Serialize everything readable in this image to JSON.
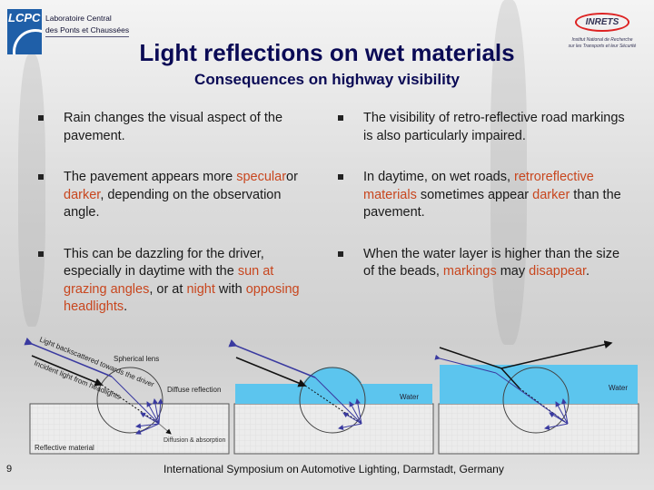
{
  "header": {
    "left_logo": {
      "mark": "LCPC",
      "name_line1": "Laboratoire Central",
      "name_line2": "des Ponts et Chaussées"
    },
    "right_logo": {
      "mark": "INRETS",
      "subtitle_line1": "Institut National de Recherche",
      "subtitle_line2": "sur les Transports et leur Sécurité"
    },
    "title": "Light reflections on wet materials",
    "subtitle": "Consequences on highway visibility"
  },
  "left_column": [
    {
      "parts": [
        "Rain changes the visual aspect of the pavement."
      ]
    },
    {
      "parts": [
        "The pavement appears more ",
        "specular",
        "\nor ",
        "darker",
        ", depending on the observation angle."
      ]
    },
    {
      "parts": [
        "This can be dazzling for the driver, especially in daytime with the ",
        "sun at grazing angles",
        ", or at ",
        "night",
        " with ",
        "opposing headlights",
        "."
      ]
    }
  ],
  "right_column": [
    {
      "parts": [
        "The visibility of retro-reflective road markings is also particularly impaired."
      ]
    },
    {
      "parts": [
        "In daytime, on wet roads, ",
        "retroreflective materials",
        " sometimes appear ",
        "darker",
        " than the pavement."
      ]
    },
    {
      "parts": [
        "When the water layer is higher than the size of the beads, ",
        "markings",
        " may ",
        "disappear",
        "."
      ]
    }
  ],
  "diagram_labels": {
    "backscattered": "Light backscattered towards the driver",
    "incident": "Incident light from headlights",
    "lens": "Spherical lens",
    "diffuse": "Diffuse reflection",
    "absorption": "Diffusion & absorption",
    "material": "Reflective material",
    "water_1": "Water",
    "water_2": "Water"
  },
  "colors": {
    "title": "#0a0a55",
    "highlight": "#c8461e",
    "water": "#5cc5ee",
    "ray_blue": "#3a3aa0"
  },
  "footer": {
    "page_number": "9",
    "text": "International Symposium on Automotive Lighting, Darmstadt, Germany"
  }
}
